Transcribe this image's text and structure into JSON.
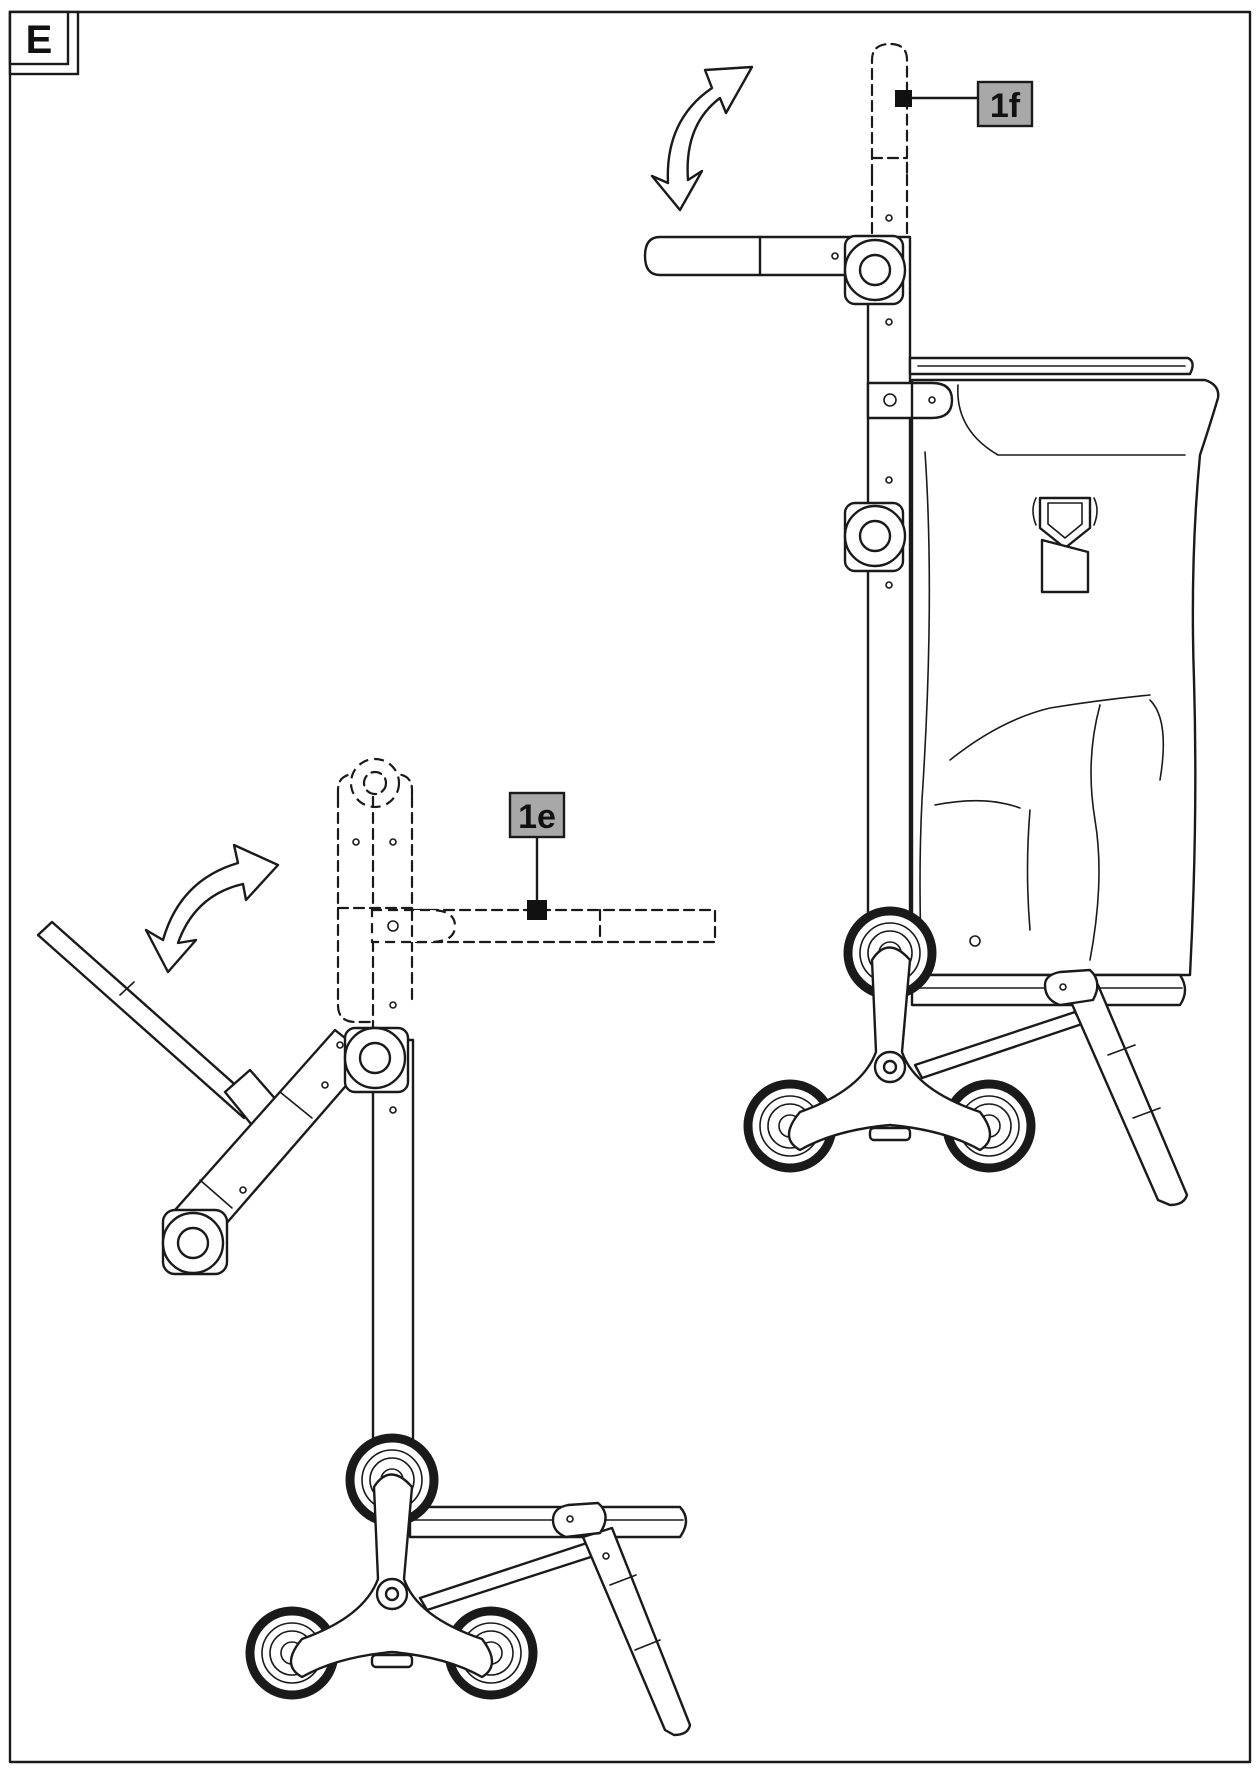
{
  "panel": {
    "letter": "E"
  },
  "labels": {
    "part_1f": "1f",
    "part_1e": "1e"
  },
  "colors": {
    "line": "#1a1a1a",
    "label_fill": "#a8a8a8",
    "background": "#ffffff"
  },
  "icons": [
    "rotate-arrow-icon",
    "rotate-arrow-icon"
  ]
}
